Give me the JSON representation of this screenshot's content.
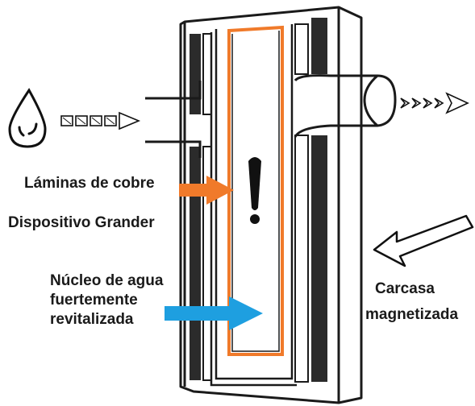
{
  "labels": {
    "copper_sheets": "Láminas de cobre",
    "grander_device": "Dispositivo Grander",
    "water_core": [
      "Núcleo de agua",
      "fuertemente",
      "revitalizada"
    ],
    "housing": [
      "Carcasa",
      "magnetizada"
    ]
  },
  "icons": {
    "droplet": "water-drop-icon",
    "exclamation": "exclamation-icon",
    "inflow_arrow": "dashed-arrow-icon",
    "outflow_arrow": "dashed-arrow-icon"
  },
  "colors": {
    "copper": "#f07a2a",
    "arrow_orange": "#f07a2a",
    "arrow_blue": "#1e9fe0",
    "outline": "#1a1a1a",
    "dark_fill": "#2b2b2b"
  }
}
